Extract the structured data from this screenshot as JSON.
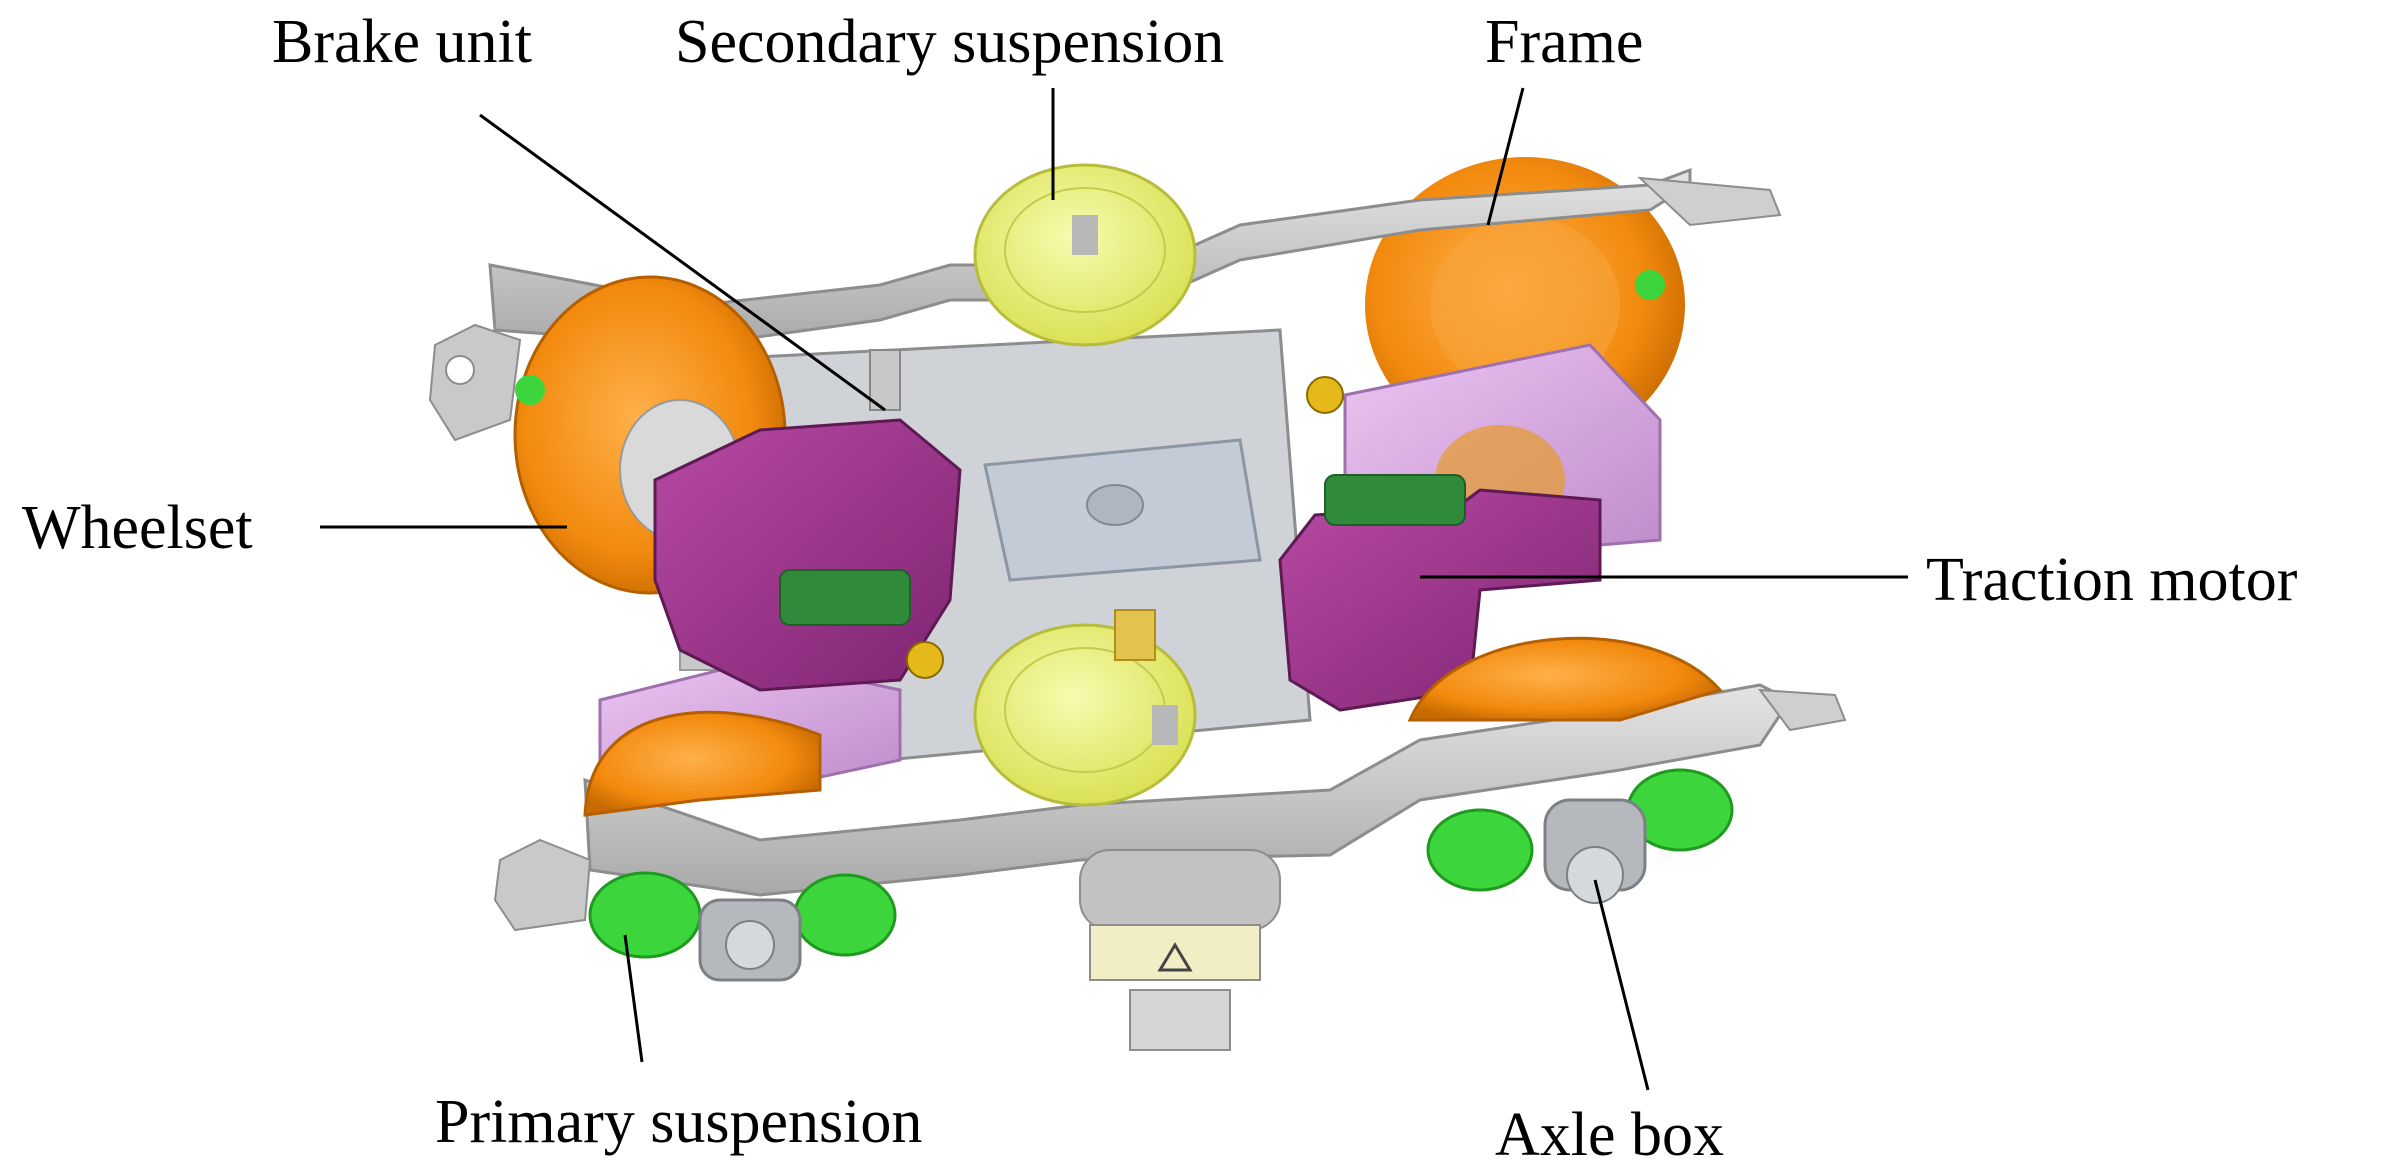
{
  "labels": {
    "brake_unit": "Brake unit",
    "secondary_suspension": "Secondary suspension",
    "frame": "Frame",
    "wheelset": "Wheelset",
    "traction_motor": "Traction motor",
    "primary_suspension": "Primary suspension",
    "axle_box": "Axle box"
  },
  "colors": {
    "frame": "#c8c8c8",
    "wheel": "#f28a0e",
    "secondary_suspension": "#eaf07a",
    "traction_motor": "#9a2f88",
    "gear_case": "#d9a6e6",
    "primary_suspension": "#3cd63c",
    "brake_pad": "#2f8a3a",
    "cross_plate": "#bfc7d2",
    "axle_box": "#9aa0a6",
    "leader_line": "#000000"
  }
}
